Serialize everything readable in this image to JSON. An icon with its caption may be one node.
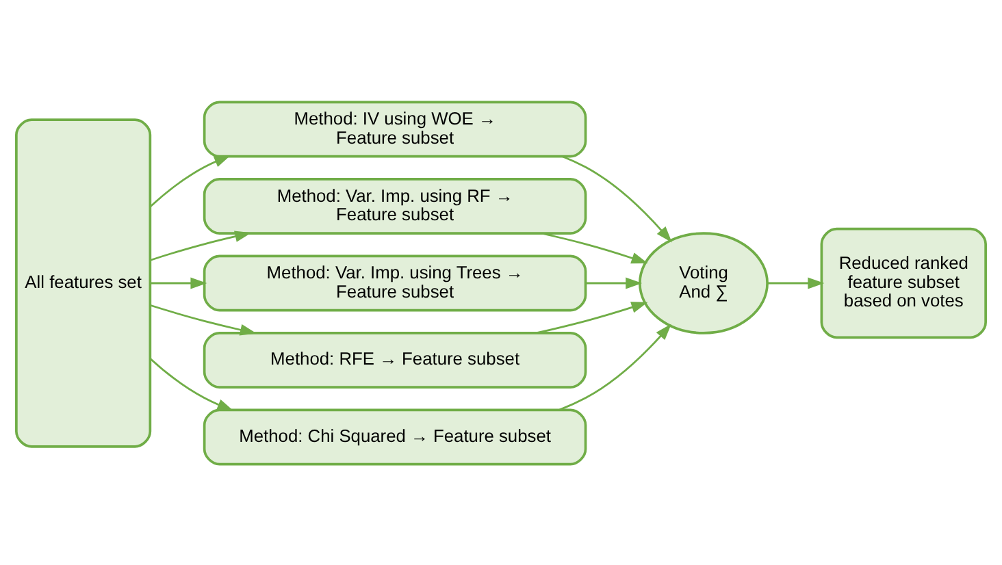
{
  "diagram": {
    "nodes": [
      {
        "text": [
          "All features set"
        ]
      },
      {
        "text": [
          "Method: IV using WOE → Feature subset"
        ]
      },
      {
        "text": [
          "Method: Var. Imp. using RF → Feature subset"
        ]
      },
      {
        "text": [
          "Method: Var. Imp. using Trees → Feature subset"
        ]
      },
      {
        "text": [
          "Method: RFE → Feature subset"
        ]
      },
      {
        "text": [
          "Method: Chi Squared → Feature subset"
        ]
      },
      {
        "text": [
          "Voting And ∑"
        ]
      },
      {
        "text": [
          "Reduced ranked feature subset based on votes"
        ]
      }
    ],
    "edges": [
      {
        "from": 0,
        "to": 1,
        "arrow": "to"
      },
      {
        "from": 0,
        "to": 2,
        "arrow": "to"
      },
      {
        "from": 0,
        "to": 3,
        "arrow": "to"
      },
      {
        "from": 0,
        "to": 4,
        "arrow": "to"
      },
      {
        "from": 0,
        "to": 5,
        "arrow": "to"
      },
      {
        "from": 1,
        "to": 6,
        "arrow": "to"
      },
      {
        "from": 2,
        "to": 6,
        "arrow": "to"
      },
      {
        "from": 3,
        "to": 6,
        "arrow": "to"
      },
      {
        "from": 4,
        "to": 6,
        "arrow": "to"
      },
      {
        "from": 5,
        "to": 6,
        "arrow": "to"
      },
      {
        "from": 6,
        "to": 7,
        "arrow": "to"
      }
    ]
  }
}
